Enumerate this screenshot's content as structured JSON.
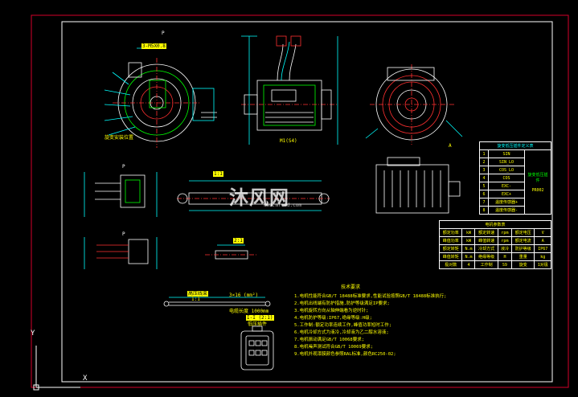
{
  "watermark": {
    "text": "沐风网",
    "url": "www.mfcad.com"
  },
  "ucs": {
    "y_label": "Y",
    "x_label": "X"
  },
  "notes": {
    "title": "技术要求",
    "lines": [
      "1.电机性能符合GB/T 18488标准要求,性能试验按照GB/T 18488标准执行;",
      "2.电机出线端有防护措施,防护等级满足IP要求;",
      "3.电机旋转方向从轴伸端看为逆时针;",
      "4.电机防护等级:IP67,绝缘等级:H级;",
      "5.工作制:额定功率连续工作,峰值功率短时工作;",
      "6.电机冷却方式为液冷,冷却液为乙二醇水溶液;",
      "7.电机振动满足GB/T 10068要求;",
      "8.电机噪声测试符合GB/T 10069要求;",
      "9.电机外观漆膜颜色参照RAL标准,颜色RC250-02;"
    ]
  },
  "pin_table": {
    "header": "旋变低压插件定义表",
    "rows": [
      {
        "no": "1",
        "sig": "SIN"
      },
      {
        "no": "2",
        "sig": "SIN_LO"
      },
      {
        "no": "3",
        "sig": "COS_LO"
      },
      {
        "no": "4",
        "sig": "COS"
      },
      {
        "no": "5",
        "sig": "EXC-"
      },
      {
        "no": "6",
        "sig": "EXC+"
      },
      {
        "no": "7",
        "sig": "温度传感器+"
      },
      {
        "no": "8",
        "sig": "温度传感器-"
      }
    ],
    "side_label": "旋变低压插件",
    "code": "PR002"
  },
  "param_table": {
    "header": "电机参数表",
    "rows": [
      [
        "额定功率",
        "kW",
        "额定转速",
        "rpm",
        "额定电压",
        "V"
      ],
      [
        "峰值功率",
        "kW",
        "峰值转速",
        "rpm",
        "额定电流",
        "A"
      ],
      [
        "额定转矩",
        "N.m",
        "冷却方式",
        "液冷",
        "防护等级",
        "IP67"
      ],
      [
        "峰值转矩",
        "N.m",
        "绝缘等级",
        "H",
        "重量",
        "kg"
      ],
      [
        "极对数",
        "4",
        "工作制",
        "S9",
        "旋变",
        "1对极"
      ]
    ]
  },
  "labels": {
    "p1": "P",
    "p2": "P",
    "p3": "P",
    "view_a": "A",
    "section_1": "1:1",
    "section_2": "2:1",
    "cable_callout": "3-M5X0.8",
    "cable_spec": "3×16 (mm²)",
    "cable_note": "电缆长度 1000mm",
    "conn_title": "I-I (2:1)",
    "conn_label": "低压插件",
    "motor_label": "M1(S4)",
    "rotor_note": "旋变安装位置",
    "harness_title": "高压线束",
    "harness_scale": "1:1"
  }
}
